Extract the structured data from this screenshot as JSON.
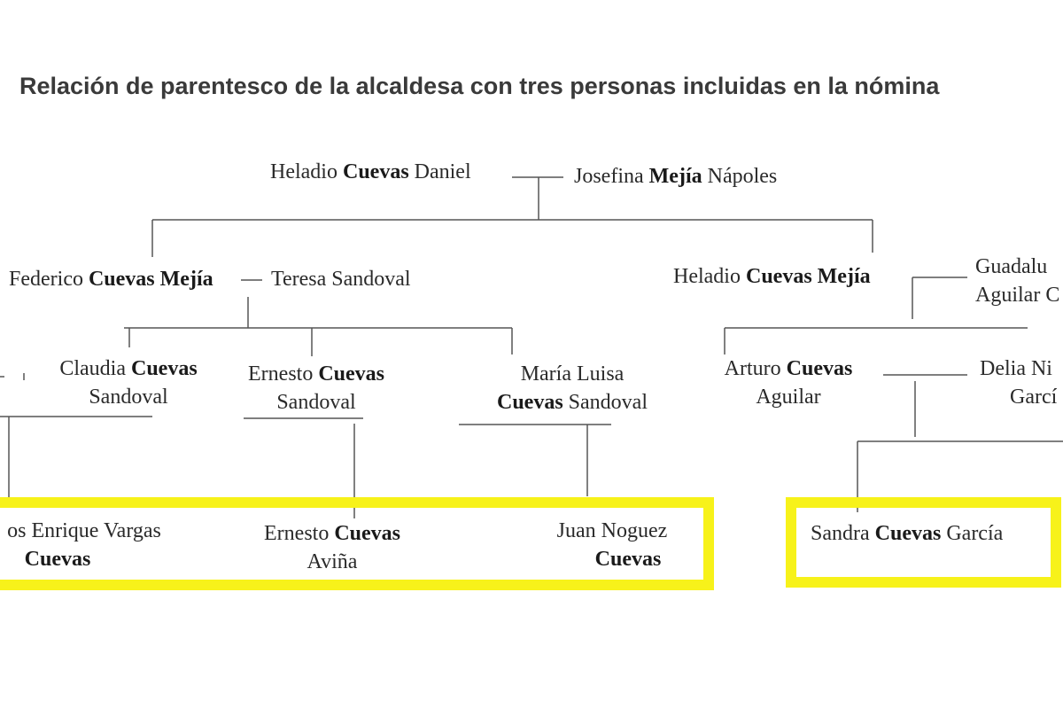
{
  "title": "Relación de parentesco de la alcaldesa con tres personas incluidas en la nómina",
  "highlight_color": "#f7f21a",
  "people": {
    "heladio_daniel": {
      "a": "Heladio ",
      "b": "Cuevas",
      "c": " Daniel"
    },
    "josefina": {
      "a": "Josefina ",
      "b": "Mejía",
      "c": " Nápoles"
    },
    "federico": {
      "a": "Federico ",
      "b": "Cuevas Mejía"
    },
    "teresa": {
      "a": "Teresa Sandoval"
    },
    "heladio_mejia": {
      "a": "Heladio ",
      "b": "Cuevas Mejía"
    },
    "guadalupe": {
      "l1": "Guadalu",
      "l2": "Aguilar C"
    },
    "claudia": {
      "a": "Claudia ",
      "b": "Cuevas",
      "l2": "Sandoval"
    },
    "ernesto_s": {
      "a": "Ernesto ",
      "b": "Cuevas",
      "l2": "Sandoval"
    },
    "maria_luisa": {
      "l1": "María Luisa",
      "b": "Cuevas",
      "c": " Sandoval"
    },
    "arturo": {
      "a": "Arturo ",
      "b": "Cuevas",
      "l2": "Aguilar"
    },
    "delia": {
      "l1": "Delia Ni",
      "l2": "Garcí"
    },
    "carlos": {
      "l1": "os Enrique Vargas",
      "b": "Cuevas"
    },
    "ernesto_a": {
      "a": "Ernesto ",
      "b": "Cuevas",
      "l2": "Aviña"
    },
    "juan": {
      "l1": "Juan Noguez",
      "b": "Cuevas"
    },
    "sandra": {
      "a": "Sandra ",
      "b": "Cuevas",
      "c": " García"
    }
  }
}
